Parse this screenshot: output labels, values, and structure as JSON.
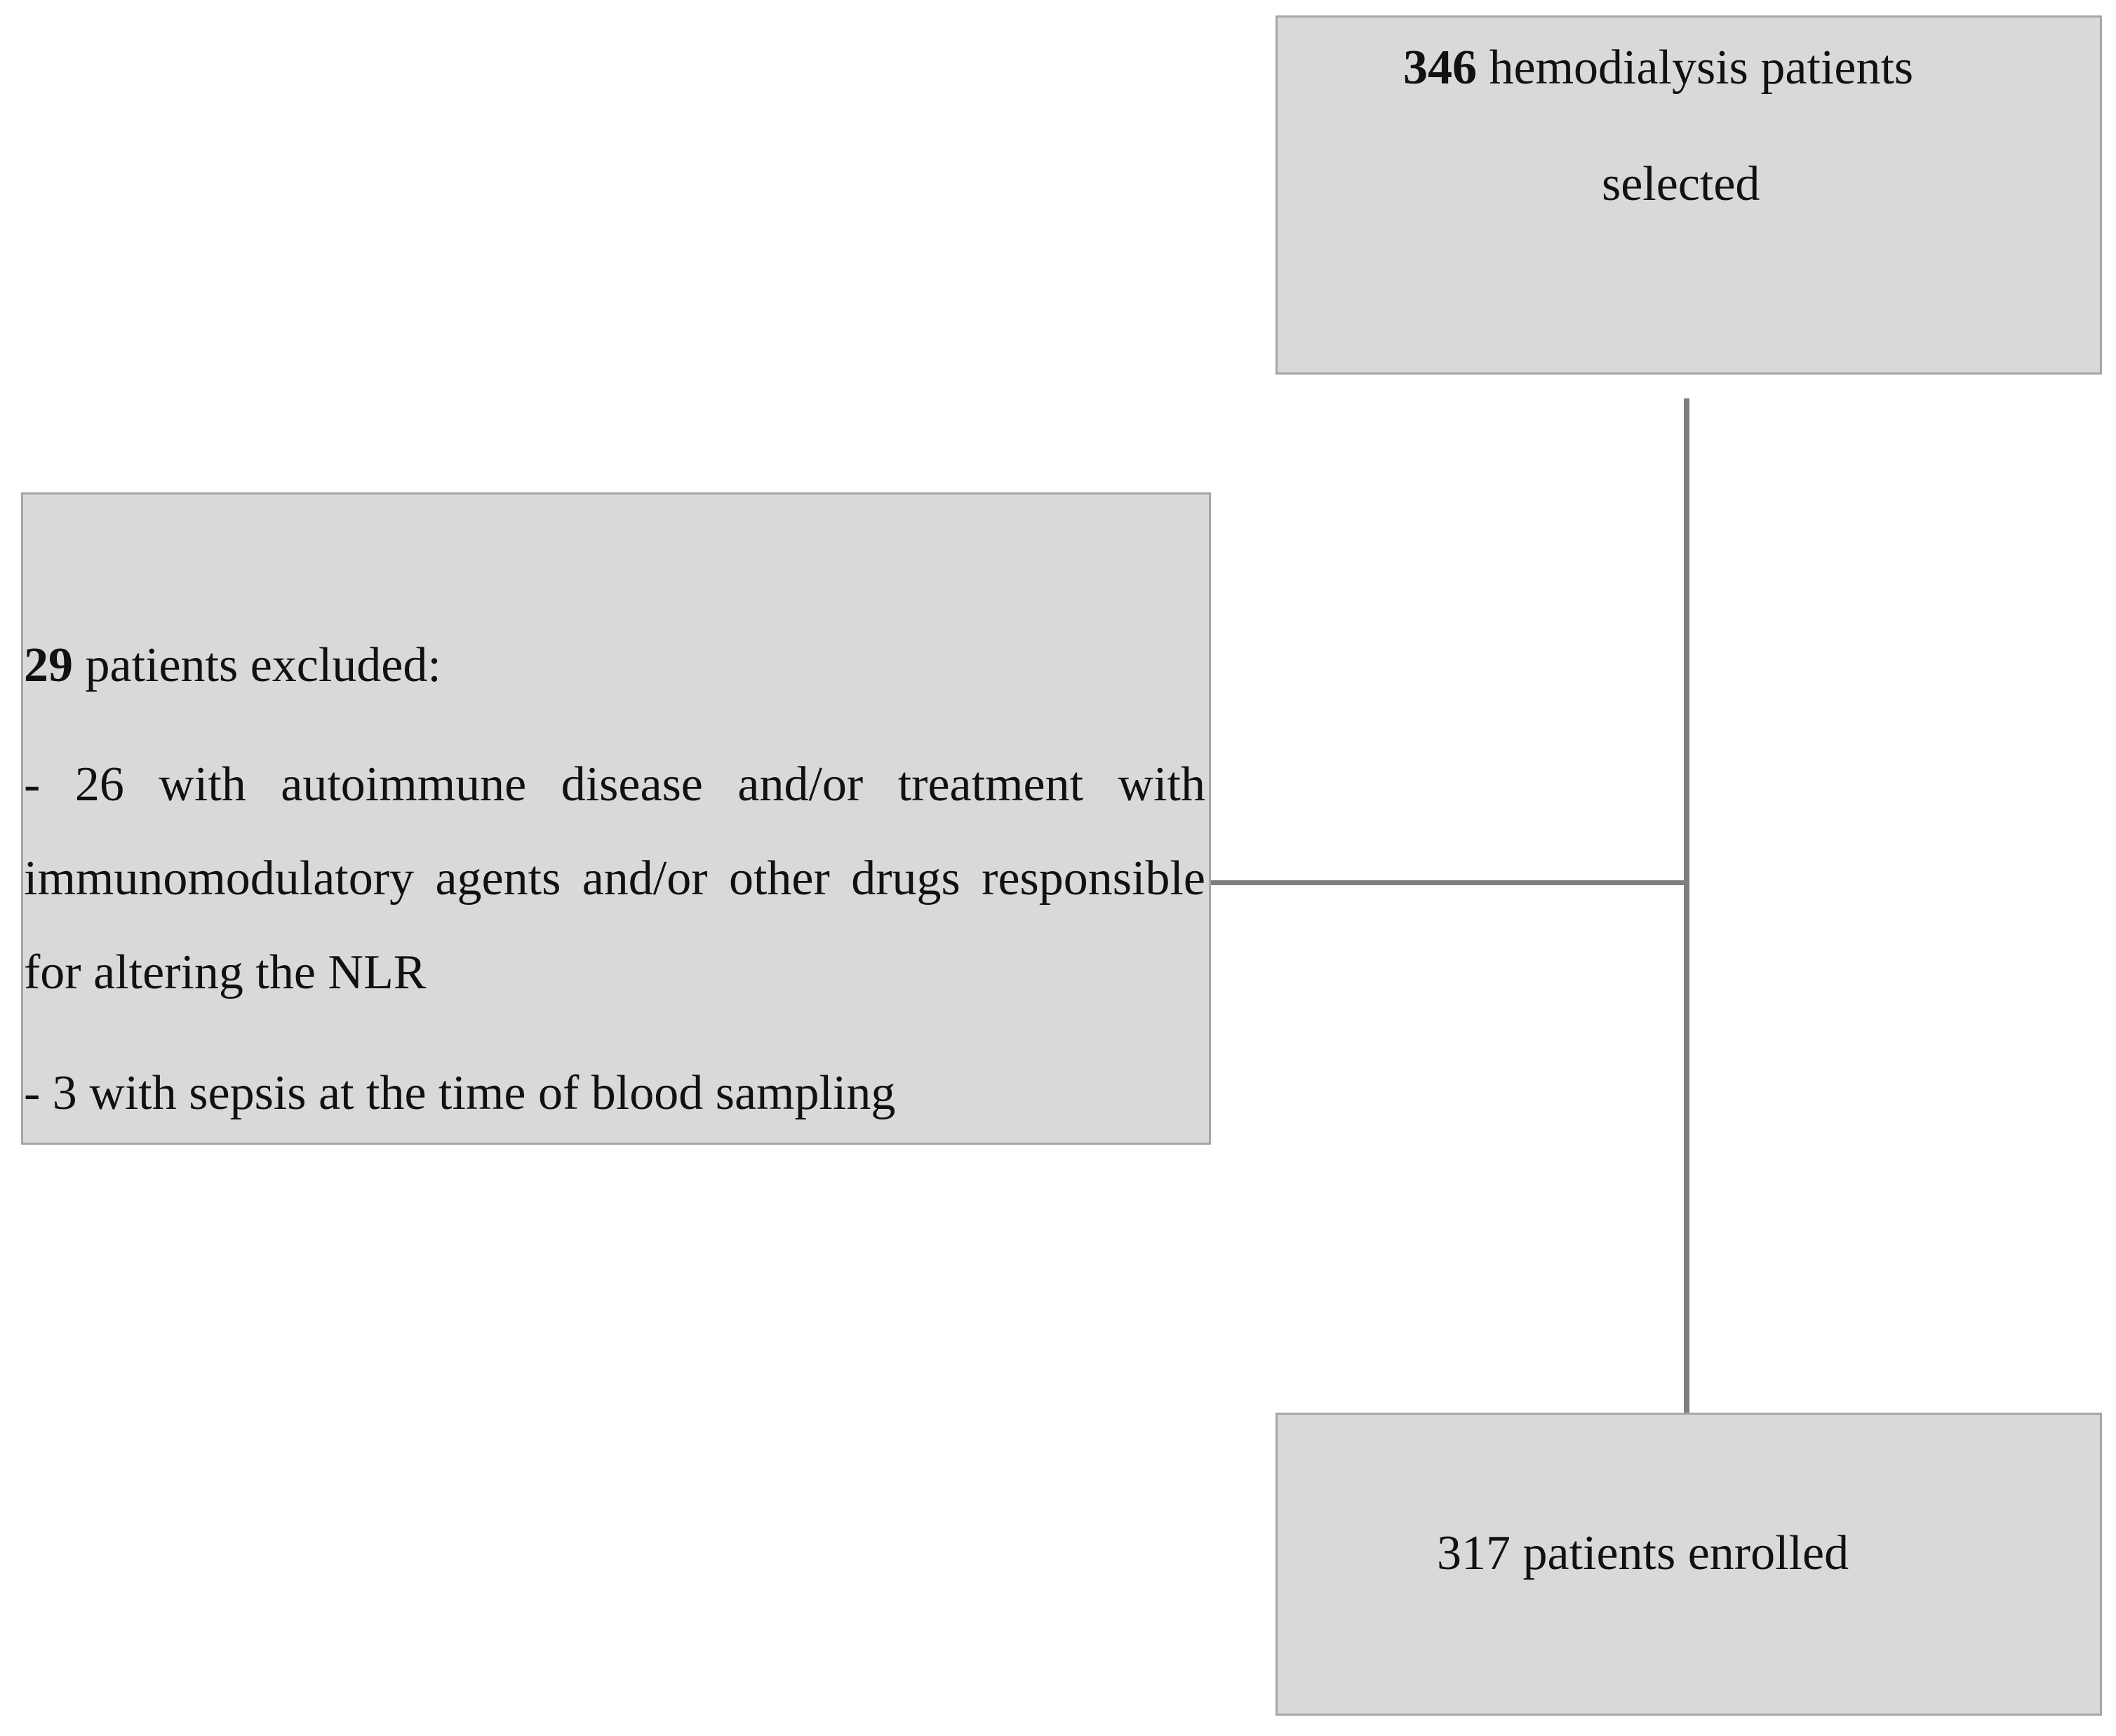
{
  "flowchart": {
    "selected": {
      "count": "346",
      "line1_rest": " hemodialysis patients",
      "line2": "selected"
    },
    "excluded": {
      "count": "29",
      "heading_rest": " patients excluded:",
      "item1": "- 26 with autoimmune disease and/or treatment with immunomodulatory agents and/or other drugs responsible for altering the NLR",
      "item2": "- 3 with sepsis at the time of blood sampling"
    },
    "enrolled": {
      "text": "317 patients enrolled"
    }
  }
}
